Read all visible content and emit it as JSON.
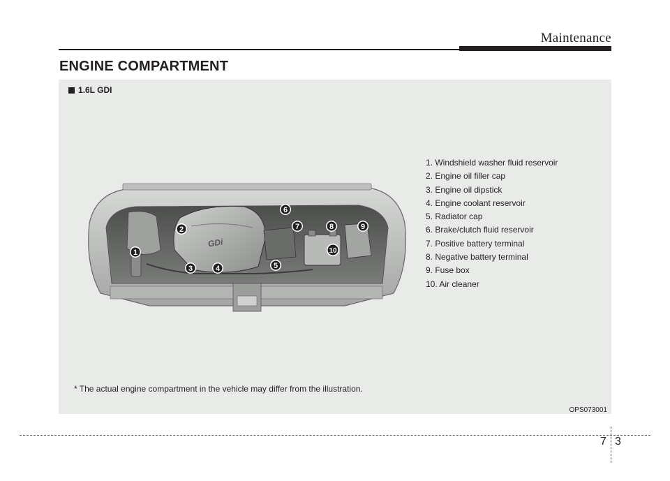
{
  "header": {
    "section": "Maintenance"
  },
  "title": "ENGINE COMPARTMENT",
  "figure": {
    "variant": "1.6L GDI",
    "engine_text": "GDi",
    "callouts": [
      "1",
      "2",
      "3",
      "4",
      "5",
      "6",
      "7",
      "8",
      "9",
      "10"
    ],
    "legend": [
      "1. Windshield washer fluid reservoir",
      "2. Engine oil filler cap",
      "3. Engine oil dipstick",
      "4. Engine coolant reservoir",
      "5. Radiator cap",
      "6. Brake/clutch fluid reservoir",
      "7. Positive battery terminal",
      "8. Negative battery terminal",
      "9. Fuse box",
      "10. Air cleaner"
    ],
    "footnote": "* The actual engine compartment in the vehicle may differ from the illustration.",
    "code": "OPS073001"
  },
  "page": {
    "chapter": "7",
    "number": "3"
  }
}
